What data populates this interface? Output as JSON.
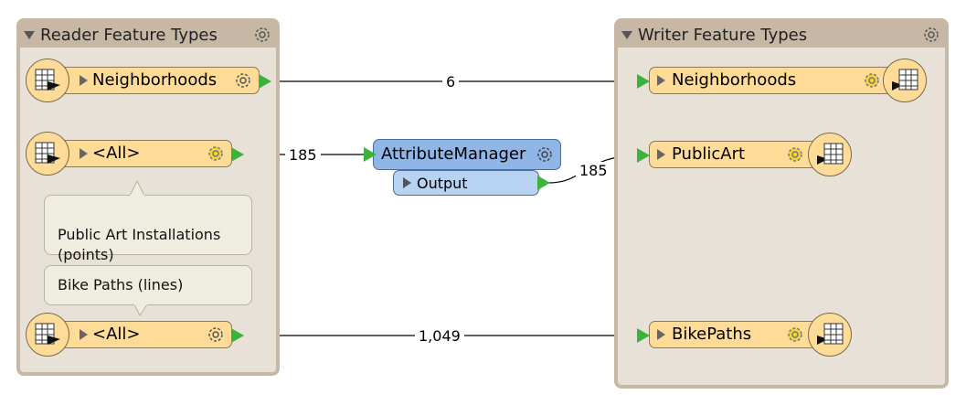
{
  "reader": {
    "title": "Reader Feature Types",
    "feature_types": [
      "Neighborhoods",
      "<All>",
      "<All>"
    ],
    "notes": [
      "Public Art Installations\n(points)",
      "Bike Paths (lines)"
    ]
  },
  "writer": {
    "title": "Writer Feature Types",
    "feature_types": [
      "Neighborhoods",
      "PublicArt",
      "BikePaths"
    ]
  },
  "transformer": {
    "name": "AttributeManager",
    "output_port": "Output"
  },
  "connections": {
    "neighborhoods_count": "6",
    "reader_to_transformer_count": "185",
    "transformer_to_writer_count": "185",
    "bikepaths_count": "1,049"
  },
  "colors": {
    "feature_type_bg": "#fedc97",
    "transformer_bg": "#8fb6e6",
    "port_green": "#3bb33b",
    "bookmark_bg": "#e8e1d8",
    "bookmark_header": "#c7b8a6"
  },
  "icons": {
    "gear": "gear-icon",
    "table": "table-icon",
    "expand": "triangle-right-icon",
    "collapse": "triangle-down-icon"
  }
}
